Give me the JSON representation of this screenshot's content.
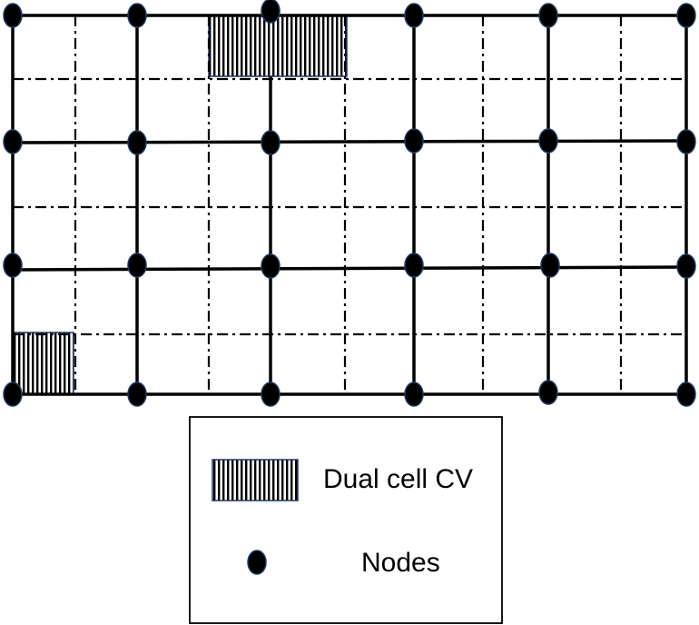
{
  "legend": {
    "items": [
      {
        "id": "dual-cell",
        "label": "Dual cell CV",
        "symbol": "hatched-rectangle-icon"
      },
      {
        "id": "nodes",
        "label": "Nodes",
        "symbol": "node-dot-icon"
      }
    ]
  },
  "grid": {
    "node_columns": 6,
    "node_rows": 4,
    "dual_cells_highlighted": 2
  },
  "colors": {
    "line": "#000000",
    "node_fill": "#000000",
    "node_stroke": "#1f3864",
    "legend_border": "#000000",
    "background": "#ffffff"
  }
}
